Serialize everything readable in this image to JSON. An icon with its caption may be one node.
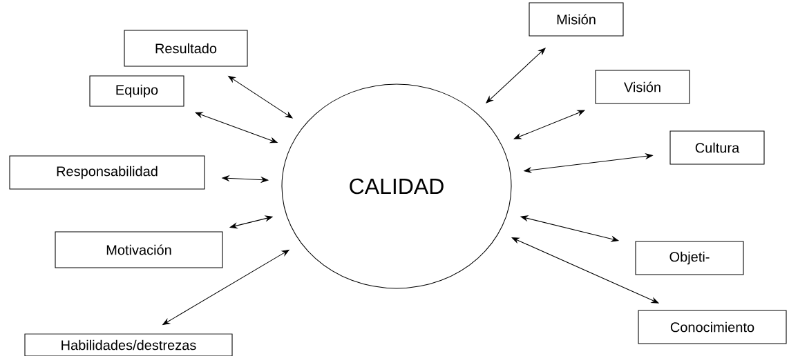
{
  "diagram": {
    "nodes": [
      {
        "text": [
          "CALIDAD"
        ]
      },
      {
        "text": [
          "Resultado"
        ]
      },
      {
        "text": [
          "Equipo"
        ]
      },
      {
        "text": [
          "Responsabilidad"
        ]
      },
      {
        "text": [
          "Motivación"
        ]
      },
      {
        "text": [
          "Habilidades/destrezas"
        ]
      },
      {
        "text": [
          "Misión"
        ]
      },
      {
        "text": [
          "Visión"
        ]
      },
      {
        "text": [
          "Cultura"
        ]
      },
      {
        "text": [
          "Objeti-"
        ]
      },
      {
        "text": [
          "Conocimiento"
        ]
      }
    ],
    "edges": [
      {
        "from": 1,
        "to": 0,
        "arrow": "both"
      },
      {
        "from": 2,
        "to": 0,
        "arrow": "both"
      },
      {
        "from": 3,
        "to": 0,
        "arrow": "both"
      },
      {
        "from": 4,
        "to": 0,
        "arrow": "both"
      },
      {
        "from": 5,
        "to": 0,
        "arrow": "both"
      },
      {
        "from": 6,
        "to": 0,
        "arrow": "both"
      },
      {
        "from": 7,
        "to": 0,
        "arrow": "both"
      },
      {
        "from": 8,
        "to": 0,
        "arrow": "both"
      },
      {
        "from": 9,
        "to": 0,
        "arrow": "both"
      },
      {
        "from": 10,
        "to": 0,
        "arrow": "both"
      }
    ]
  }
}
